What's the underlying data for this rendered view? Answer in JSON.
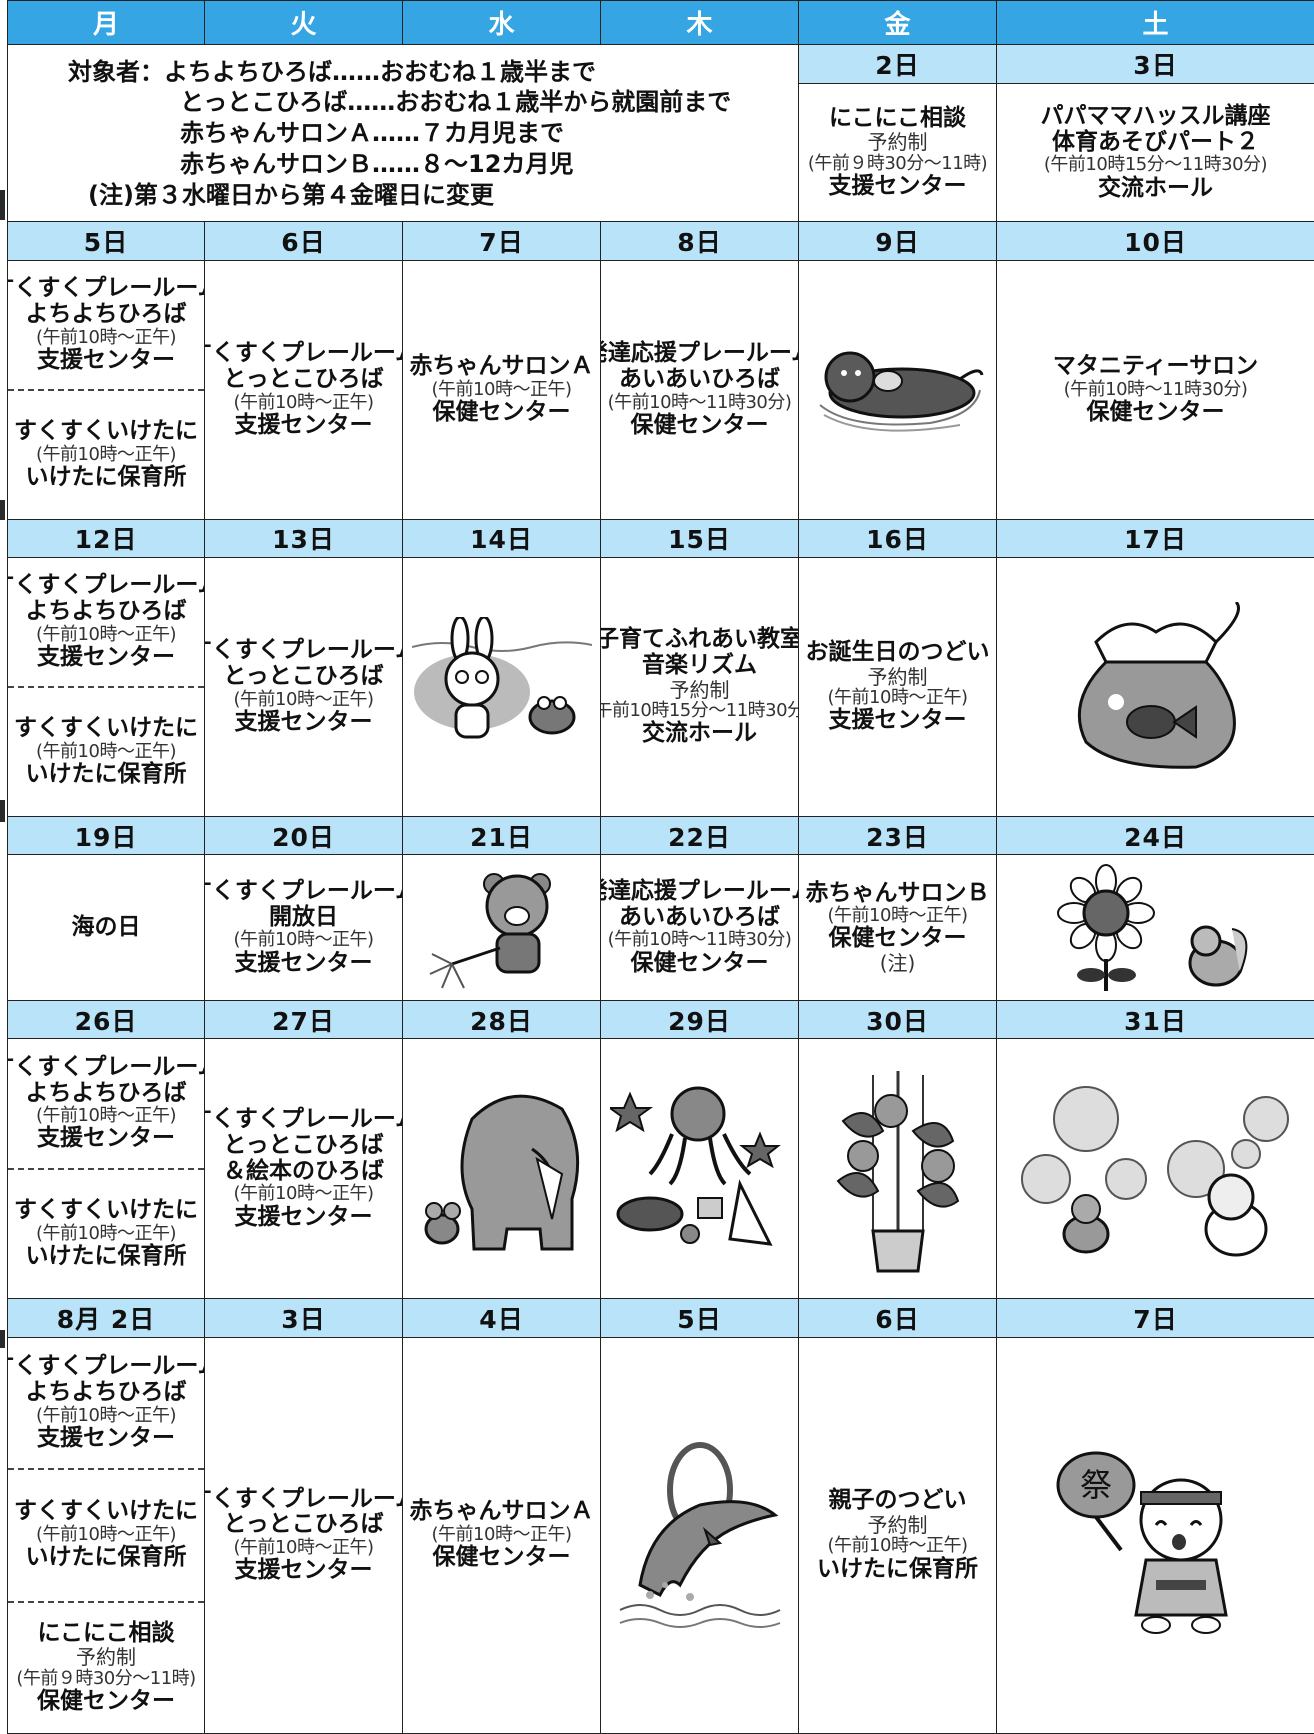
{
  "weekdays": [
    "月",
    "火",
    "水",
    "木",
    "金",
    "土"
  ],
  "notes": [
    "対象者：よちよちひろば……おおむね１歳半まで",
    "とっとこひろば……おおむね１歳半から就園前まで",
    "赤ちゃんサロンＡ……７カ月児まで",
    "赤ちゃんサロンＢ……８～12カ月児",
    "(注)第３水曜日から第４金曜日に変更"
  ],
  "dates": {
    "w1": [
      "2日",
      "3日"
    ],
    "w2": [
      "5日",
      "6日",
      "7日",
      "8日",
      "9日",
      "10日"
    ],
    "w3": [
      "12日",
      "13日",
      "14日",
      "15日",
      "16日",
      "17日"
    ],
    "w4": [
      "19日",
      "20日",
      "21日",
      "22日",
      "23日",
      "24日"
    ],
    "w5": [
      "26日",
      "27日",
      "28日",
      "29日",
      "30日",
      "31日"
    ],
    "w6": [
      "8月 2日",
      "3日",
      "4日",
      "5日",
      "6日",
      "7日"
    ]
  },
  "common": {
    "sukusuku_play": "すくすくプレールーム",
    "yochiyochi": "よちよちひろば",
    "tottoko": "とっとこひろば",
    "time_10_noon": "(午前10時～正午)",
    "time_10_1130": "(午前10時～11時30分)",
    "time_1015_1130": "(午前10時15分～11時30分)",
    "time_930_11": "(午前９時30分～11時)",
    "shien": "支援センター",
    "hoken": "保健センター",
    "koryu": "交流ホール",
    "sukusuku_iketani": "すくすくいけたに",
    "iketani_nursery": "いけたに保育所",
    "aka_a": "赤ちゃんサロンＡ",
    "aka_b": "赤ちゃんサロンＢ",
    "yoyaku": "予約制",
    "hattatsu": "発達応援プレールーム",
    "aiai": "あいあいひろば",
    "nikoniko": "にこにこ相談"
  },
  "events": {
    "papamama": "パパママハッスル講座",
    "taiiku": "体育あそびパート２",
    "maternity": "マタニティーサロン",
    "time_maternity": "(午前10時～11時30分)",
    "kosodate": "子育てふれあい教室",
    "ongaku": "音楽リズム",
    "birthday": "お誕生日のつどい",
    "uminohi": "海の日",
    "kaihoubi": "開放日",
    "note_mark": "(注)",
    "ehon": "＆絵本のひろば",
    "oyako": "親子のつどい"
  },
  "illustrations": [
    "otter-icon",
    "rabbit-frog-icon",
    "goldfish-bag-icon",
    "bear-sparkler-icon",
    "sunflower-squirrel-icon",
    "elephant-mouse-icon",
    "octopus-sea-icon",
    "morning-glory-icon",
    "bubbles-cat-icon",
    "dolphin-hoop-icon",
    "festival-child-icon"
  ],
  "colors": {
    "header": "#35a6e3",
    "date_band": "#b9e3f8"
  }
}
